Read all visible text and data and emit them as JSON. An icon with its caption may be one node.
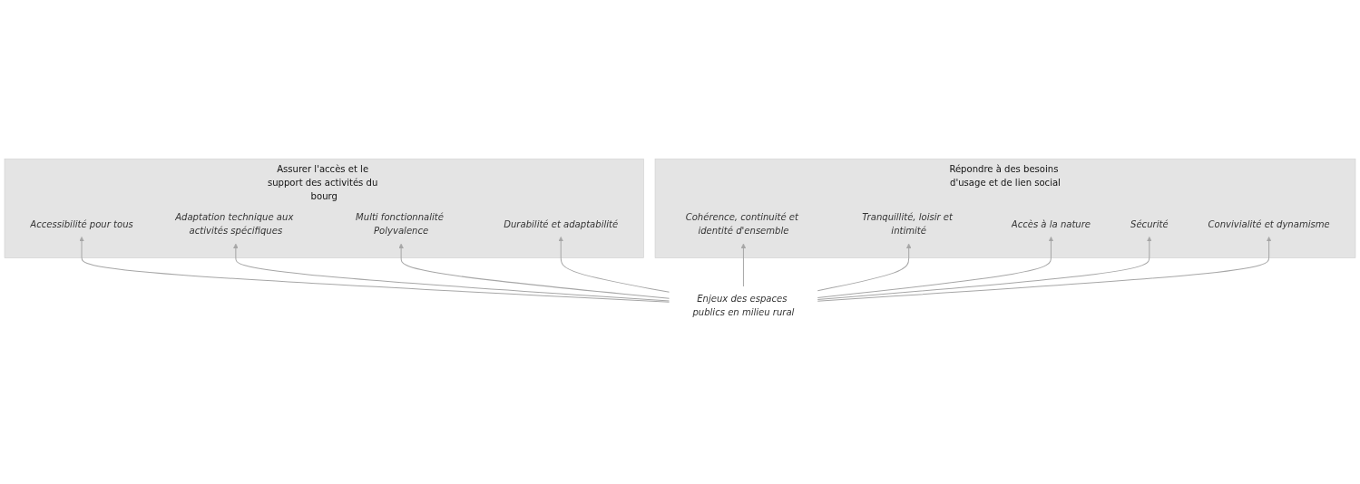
{
  "diagram": {
    "nodes": [
      {
        "text": [
          "Répondre à des besoins d'usage et de lien social"
        ]
      },
      {
        "text": [
          "Cohérence, continuité et identité d'ensemble"
        ],
        "in": 0
      },
      {
        "text": [
          "Tranquillité, loisir et intimité"
        ],
        "in": 0
      },
      {
        "text": [
          "Accès à la nature"
        ],
        "in": 0
      },
      {
        "text": [
          "Sécurité"
        ],
        "in": 0
      },
      {
        "text": [
          "Convivialité et dynamisme"
        ],
        "in": 0
      },
      {
        "text": [
          "Assurer l'accès et le support des activités du bourg"
        ]
      },
      {
        "text": [
          "Accessibilité pour tous"
        ],
        "in": 6
      },
      {
        "text": [
          "Adaptation technique aux activités spécifiques"
        ],
        "in": 6
      },
      {
        "text": [
          "Multi fonctionnalité Polyvalence"
        ],
        "in": 6
      },
      {
        "text": [
          "Durabilité et adaptabilité"
        ],
        "in": 6
      },
      {
        "text": [
          "Enjeux des espaces publics en milieu rural"
        ]
      }
    ],
    "edges": [
      {
        "from": 11,
        "to": 1,
        "arrow": "to"
      },
      {
        "from": 11,
        "to": 2,
        "arrow": "to"
      },
      {
        "from": 11,
        "to": 3,
        "arrow": "to"
      },
      {
        "from": 11,
        "to": 4,
        "arrow": "to"
      },
      {
        "from": 11,
        "to": 5,
        "arrow": "to"
      },
      {
        "from": 11,
        "to": 7,
        "arrow": "to"
      },
      {
        "from": 11,
        "to": 8,
        "arrow": "to"
      },
      {
        "from": 11,
        "to": 9,
        "arrow": "to"
      },
      {
        "from": 11,
        "to": 10,
        "arrow": "to"
      }
    ]
  }
}
